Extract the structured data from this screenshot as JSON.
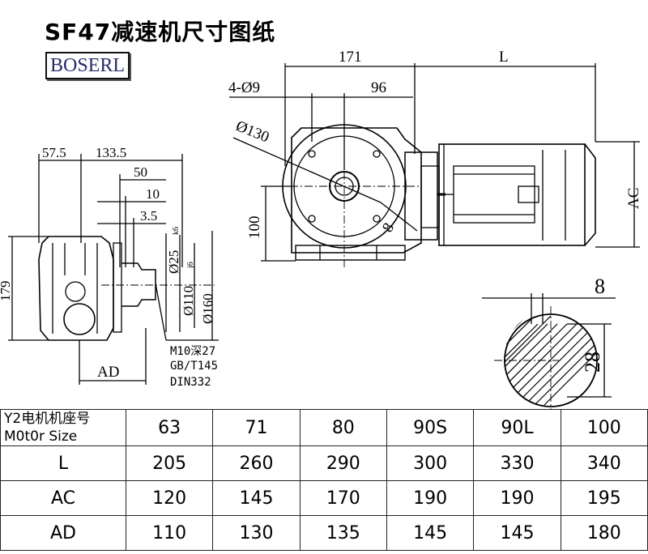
{
  "title": "SF47减速机尺寸图纸",
  "brand": "BOSERL",
  "dimensions": {
    "top_171": "171",
    "top_L": "L",
    "holes": "4-Ø9",
    "d96": "96",
    "dia130": "Ø130",
    "d100": "100",
    "d8_flange": "8",
    "ac": "AC",
    "d57_5": "57.5",
    "d133_5": "133.5",
    "d50": "50",
    "d10": "10",
    "d3_5": "3.5",
    "d179": "179",
    "shaft_dia": "Ø25",
    "shaft_tol": "k6",
    "spigot_dia": "Ø110",
    "spigot_tol": "j6",
    "flange_dia": "Ø160",
    "ad": "AD",
    "note_line1": "M10深27",
    "note_line2": "GB/T145",
    "note_line3": "DIN332",
    "key_width": "8",
    "key_height": "28"
  },
  "table": {
    "header_line1": "Y2电机机座号",
    "header_line2": "M0t0r Size",
    "sizes": [
      "63",
      "71",
      "80",
      "90S",
      "90L",
      "100"
    ],
    "rows": [
      {
        "label": "L",
        "values": [
          "205",
          "260",
          "290",
          "300",
          "330",
          "340"
        ]
      },
      {
        "label": "AC",
        "values": [
          "120",
          "145",
          "170",
          "190",
          "190",
          "195"
        ]
      },
      {
        "label": "AD",
        "values": [
          "110",
          "130",
          "135",
          "145",
          "145",
          "180"
        ]
      }
    ]
  }
}
